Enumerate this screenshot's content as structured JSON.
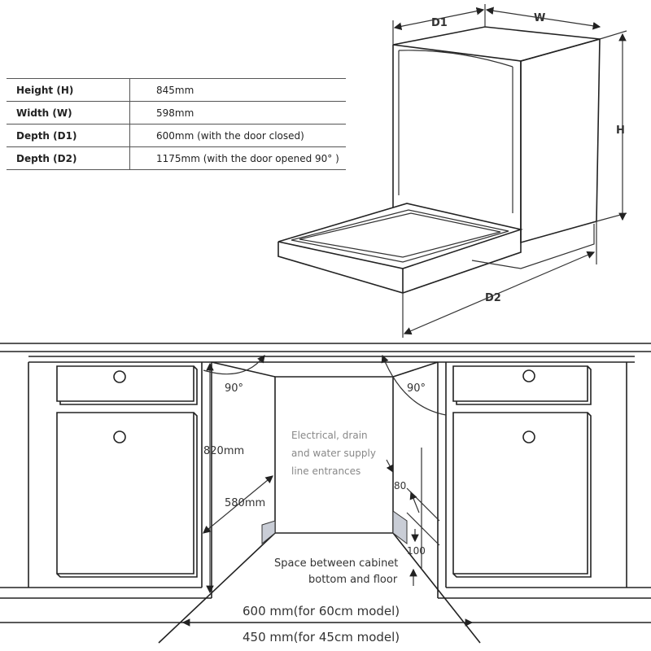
{
  "spec_table": [
    {
      "label": "Height (H)",
      "value": "845mm"
    },
    {
      "label": "Width (W)",
      "value": "598mm"
    },
    {
      "label": "Depth (D1)",
      "value": "600mm (with the door closed)"
    },
    {
      "label": "Depth (D2)",
      "value": "1175mm (with the door opened 90°  )"
    }
  ],
  "dishwasher_labels": {
    "d1": "D1",
    "w": "W",
    "h": "H",
    "d2": "D2"
  },
  "installation": {
    "angle_left": "90°",
    "angle_right": "90°",
    "height": "820mm",
    "depth": "580mm",
    "entrance_note": [
      "Electrical, drain",
      "and water supply",
      "line entrances"
    ],
    "entrance_height": "80",
    "floor_gap": "100",
    "floor_gap_note": [
      "Space between cabinet",
      "bottom and floor"
    ],
    "width_60": "600 mm(for 60cm model)",
    "width_45": "450 mm(for 45cm model)"
  }
}
